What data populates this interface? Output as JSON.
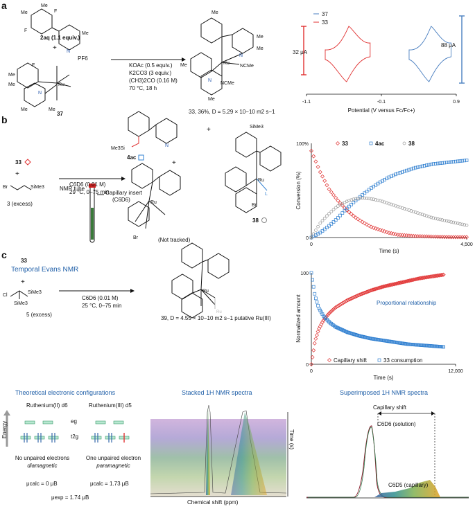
{
  "panels": {
    "a": {
      "letter": "a",
      "reagent_2aq": "2aq (1.1 equiv.)",
      "plus": "+",
      "pf6": "PF6",
      "complex_37": "37",
      "conditions": [
        "KOAc (0.5 equiv.)",
        "K2CO3 (3 equiv.)",
        "(CH3)2CO (0.16 M)",
        "70 °C, 18 h"
      ],
      "product": "33, 36%, D = 5.29 × 10−10 m2 s−1",
      "ncme": "NCMe"
    },
    "b": {
      "letter": "b",
      "start": "33",
      "plus": "+",
      "reagent": "3 (excess)",
      "conditions": [
        "C6D6 (0.01 M)",
        "29 °C, 0–75 min"
      ],
      "product_4ac": "4ac",
      "product_38": "38",
      "not_tracked": "(Not tracked)",
      "br": "Br",
      "sime3": "SiMe3",
      "me3si": "Me3Si"
    },
    "c": {
      "letter": "c",
      "title": "Temporal Evans NMR",
      "nmr_tube": "NMR tube",
      "capillary": "Capillary insert",
      "capillary_solvent": "(C6D6)",
      "start": "33",
      "plus": "+",
      "reagent": "5 (excess)",
      "conditions": [
        "C6D6 (0.01 M)",
        "25 °C, 0–75 min"
      ],
      "product": "39, D = 4.55 × 10−10 m2 s−1 putative Ru(III)",
      "sime3": "SiMe3",
      "cl": "Cl"
    }
  },
  "config": {
    "title": "Theoretical electronic configurations",
    "ru2": "Ruthenium(II) d6",
    "ru3": "Ruthenium(III) d5",
    "energy": "Energy",
    "eg": "eg",
    "t2g": "t2g",
    "ru2_desc1": "No unpaired electrons",
    "ru2_desc2": "diamagnetic",
    "ru3_desc1": "One unpaired electron",
    "ru3_desc2": "paramagnetic",
    "mu_calc_ru2": "μcalc = 0 μB",
    "mu_calc_ru3": "μcalc = 1.73 μB",
    "mu_exp": "μexp = 1.74 μB"
  },
  "stacked": {
    "title": "Stacked 1H NMR spectra",
    "xlabel": "Chemical shift (ppm)",
    "ylabel": "Time (s)"
  },
  "superimposed": {
    "title": "Superimposed 1H NMR spectra",
    "cap_shift": "Capillary shift",
    "solution": "C6D6 (solution)",
    "capillary": "C6D5 (capillary)"
  },
  "chart_data": [
    {
      "type": "line",
      "title": "",
      "xlabel": "Potential (V versus Fc/Fc+)",
      "ylabel": "",
      "xticks": [
        "-1.1",
        "-0.1",
        "0.9"
      ],
      "xlim": [
        -1.1,
        0.9
      ],
      "series": [
        {
          "name": "37",
          "color": "#4a7fc0",
          "center_x": 0.55,
          "half_width": 0.28
        },
        {
          "name": "33",
          "color": "#e03030",
          "center_x": -0.55,
          "half_width": 0.3
        }
      ],
      "scale_bars": [
        {
          "label": "32 μA",
          "color": "#e03030"
        },
        {
          "label": "88 μA",
          "color": "#4a7fc0"
        }
      ]
    },
    {
      "type": "scatter",
      "title": "",
      "xlabel": "Time (s)",
      "ylabel": "Conversion (%)",
      "xlim": [
        0,
        4500
      ],
      "ylim": [
        0,
        100
      ],
      "xticks": [
        "0",
        "4,500"
      ],
      "yticks": [
        "0",
        "100%"
      ],
      "legend": "top",
      "series": [
        {
          "name": "33",
          "marker": "diamond",
          "color": "#e03030",
          "x": [
            0,
            250,
            500,
            750,
            1000,
            1250,
            1500,
            1750,
            2000,
            2250,
            2500,
            3000,
            3500,
            4000,
            4500
          ],
          "y": [
            92,
            70,
            52,
            40,
            30,
            22,
            16,
            11,
            8,
            5,
            3,
            1.5,
            1,
            0.5,
            0.5
          ]
        },
        {
          "name": "4ac",
          "marker": "square",
          "color": "#2f7fd0",
          "x": [
            0,
            250,
            500,
            750,
            1000,
            1250,
            1500,
            1750,
            2000,
            2250,
            2500,
            3000,
            3500,
            4000,
            4500
          ],
          "y": [
            0,
            5,
            12,
            20,
            30,
            38,
            46,
            53,
            59,
            64,
            68,
            74,
            78,
            80,
            82
          ]
        },
        {
          "name": "38",
          "marker": "circle",
          "color": "#999999",
          "x": [
            0,
            250,
            500,
            750,
            1000,
            1250,
            1500,
            1750,
            2000,
            2250,
            2500,
            3000,
            3500,
            4000,
            4500
          ],
          "y": [
            0,
            15,
            25,
            33,
            38,
            41,
            42,
            41,
            39,
            36,
            33,
            27,
            21,
            17,
            13
          ]
        }
      ]
    },
    {
      "type": "scatter",
      "title": "",
      "xlabel": "Time (s)",
      "ylabel": "Normalized amount",
      "xlim": [
        0,
        12000
      ],
      "ylim": [
        0,
        100
      ],
      "xticks": [
        "0",
        "12,000"
      ],
      "yticks": [
        "0",
        "100"
      ],
      "annotation": "Proportional relationship",
      "series": [
        {
          "name": "Capillary shift",
          "marker": "diamond",
          "color": "#e03030",
          "x": [
            0,
            300,
            600,
            1000,
            1500,
            2000,
            3000,
            4000,
            5000,
            6000,
            7000,
            8000,
            9000,
            10000,
            11000
          ],
          "y": [
            0,
            25,
            38,
            48,
            56,
            62,
            70,
            76,
            81,
            85,
            88,
            91,
            94,
            96,
            98
          ]
        },
        {
          "name": "33 consumption",
          "marker": "square",
          "color": "#2f7fd0",
          "x": [
            0,
            300,
            600,
            1000,
            1500,
            2000,
            3000,
            4000,
            5000,
            6000,
            7000,
            8000,
            9000,
            10000,
            11000
          ],
          "y": [
            100,
            75,
            62,
            53,
            46,
            41,
            35,
            31,
            28,
            26,
            24,
            22,
            21,
            20,
            19
          ]
        }
      ]
    }
  ]
}
